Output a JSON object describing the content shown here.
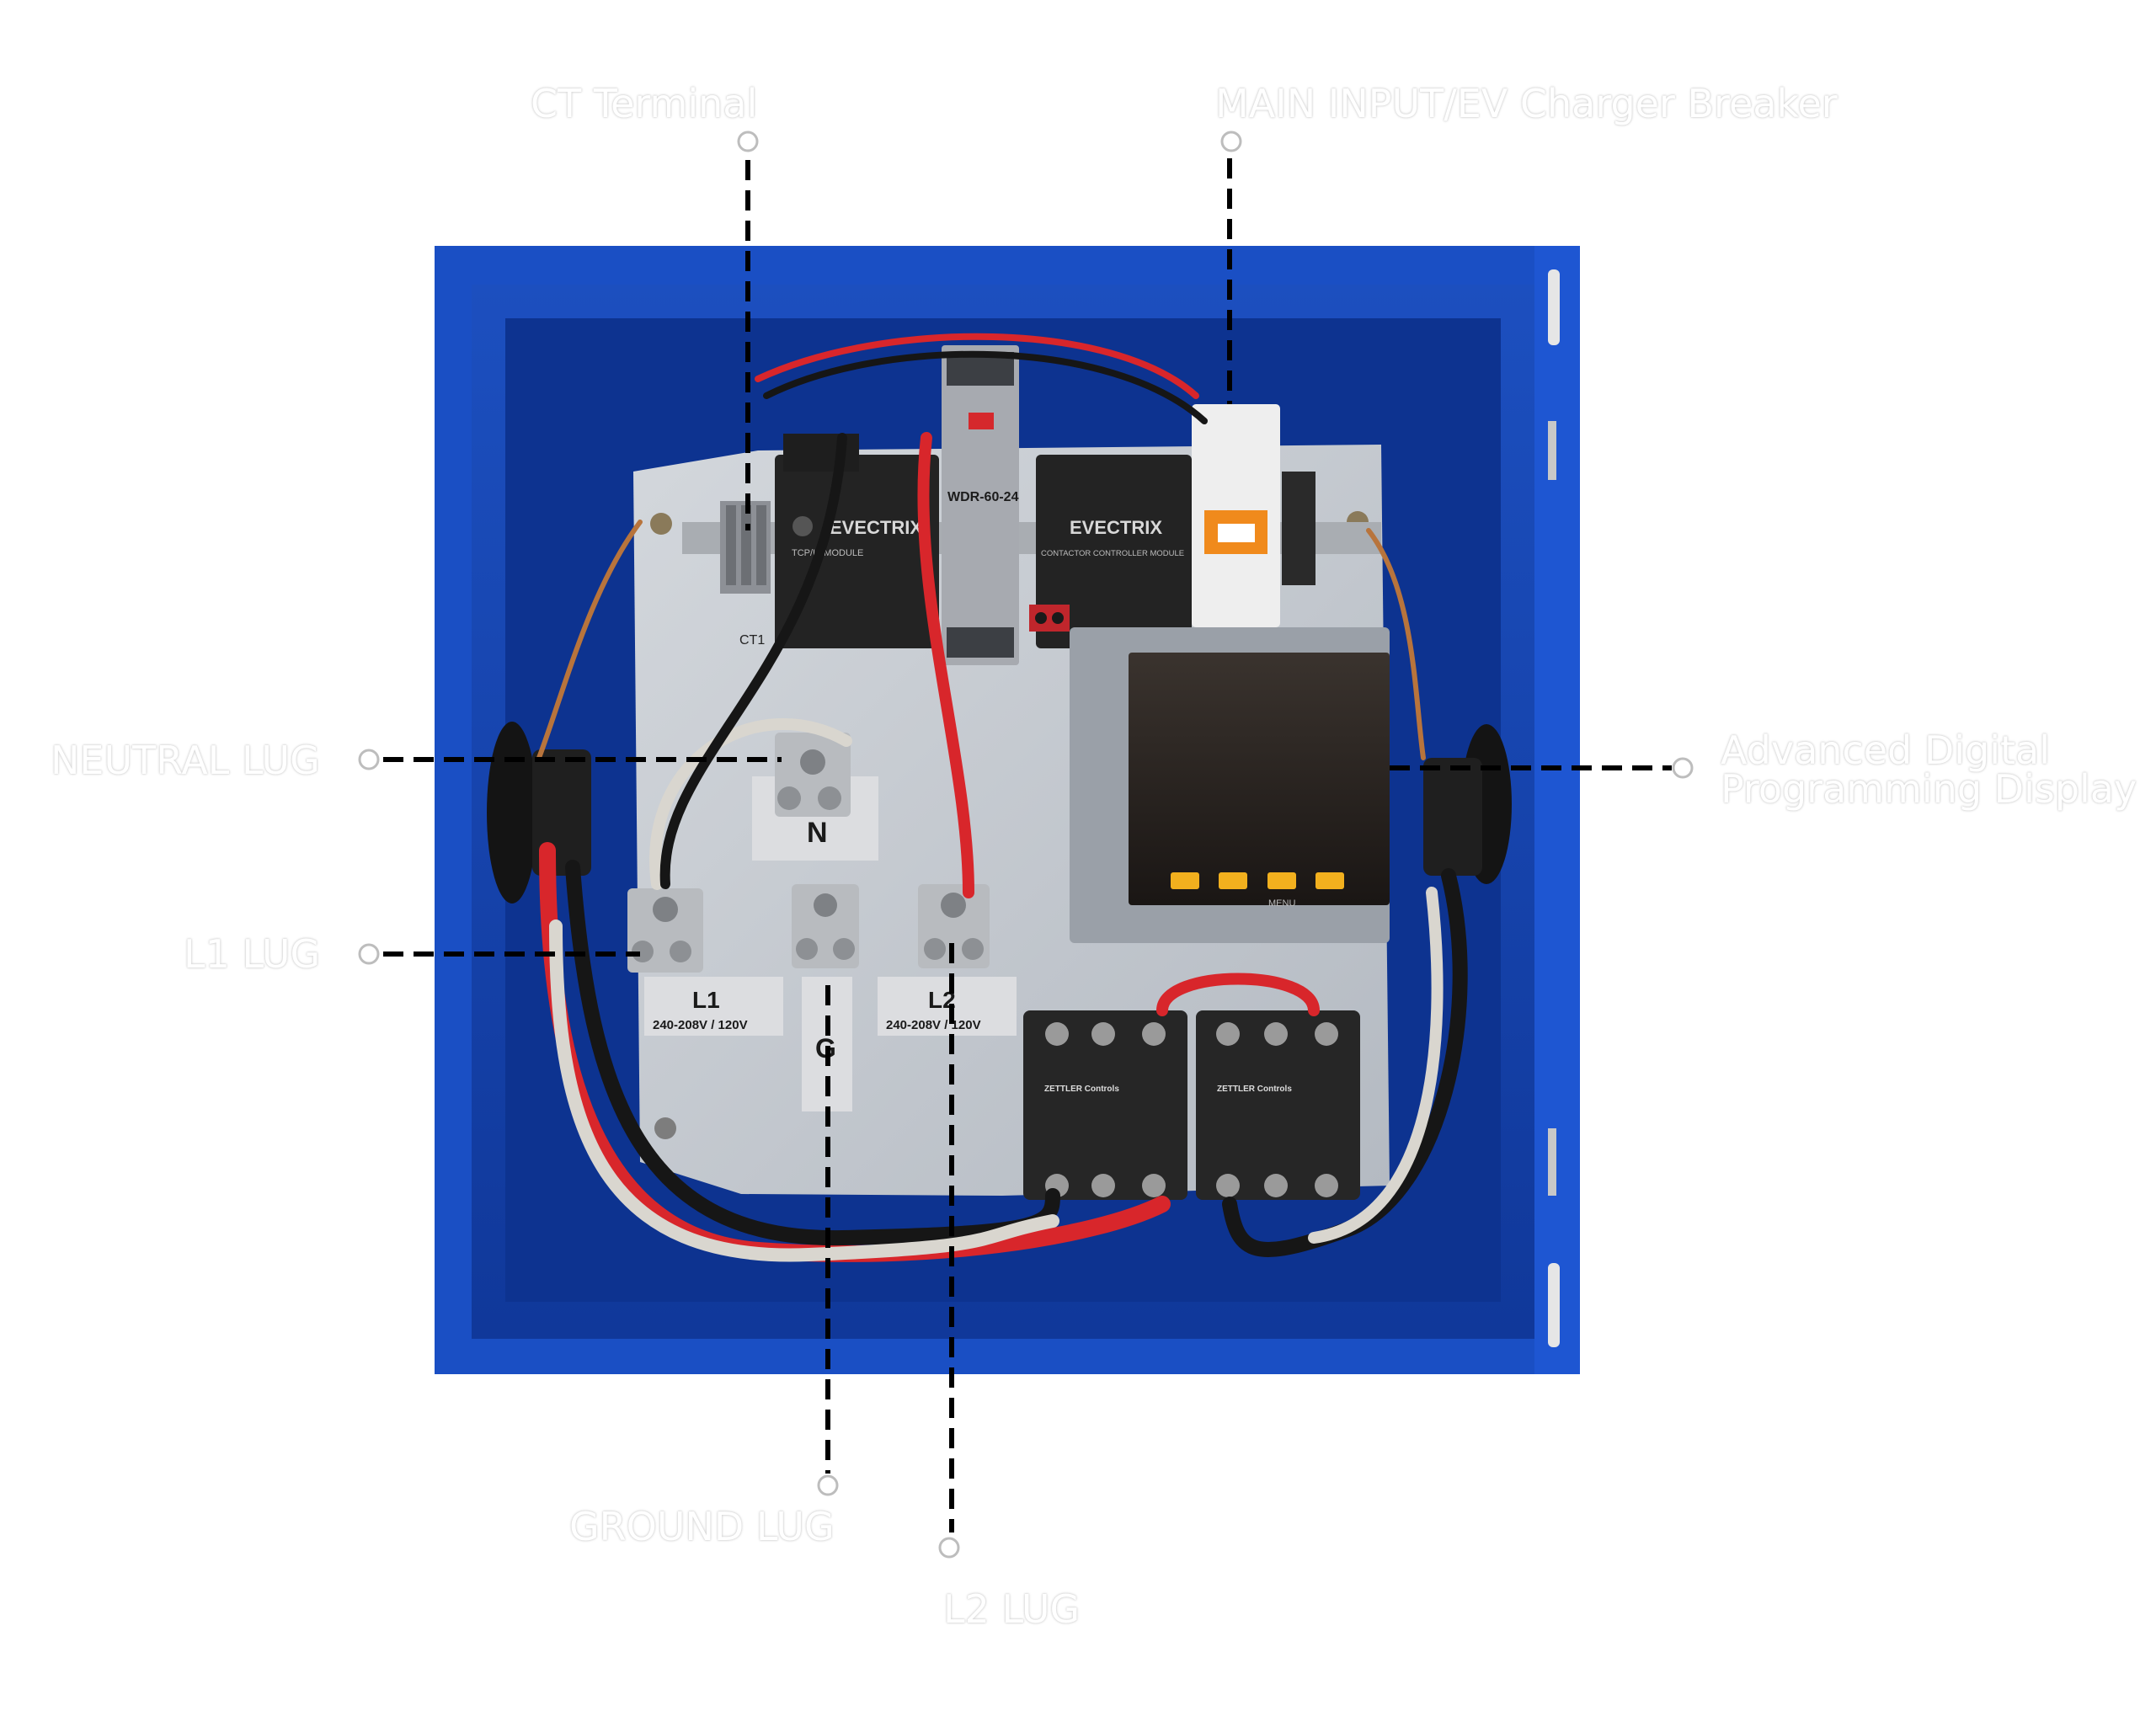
{
  "callouts": {
    "ct_terminal": "CT Terminal",
    "main_input": "MAIN INPUT/EV Charger Breaker",
    "neutral_lug": "NEUTRAL LUG",
    "l1_lug": "L1 LUG",
    "display_line1": "Advanced Digital",
    "display_line2": "Programming Display",
    "ground_lug": "GROUND LUG",
    "l2_lug": "L2 LUG"
  },
  "panel": {
    "power_supply_model": "WDR-60-24",
    "brand_left": "EVECTRIX",
    "brand_right": "EVECTRIX",
    "module_left_caption": "TCP/IP MODULE",
    "module_right_caption": "CONTACTOR CONTROLLER MODULE",
    "ct_label": "CT1",
    "neutral_plate": "N",
    "ground_plate": "G",
    "l1_plate": "L1",
    "l1_voltage": "240-208V / 120V",
    "l2_plate": "L2",
    "l2_voltage": "240-208V / 120V",
    "display_menu": "MENU",
    "contactor_brand": "ZETTLER Controls"
  },
  "colors": {
    "enclosure": "#1a4fc4",
    "enclosure_dark": "#0b2d86",
    "backplate": "#c6cbd2",
    "wire_red": "#d8262b",
    "wire_black": "#161616",
    "wire_white": "#d9d6cf",
    "button_yellow": "#f2b01e",
    "breaker_orange": "#f08a1c"
  }
}
